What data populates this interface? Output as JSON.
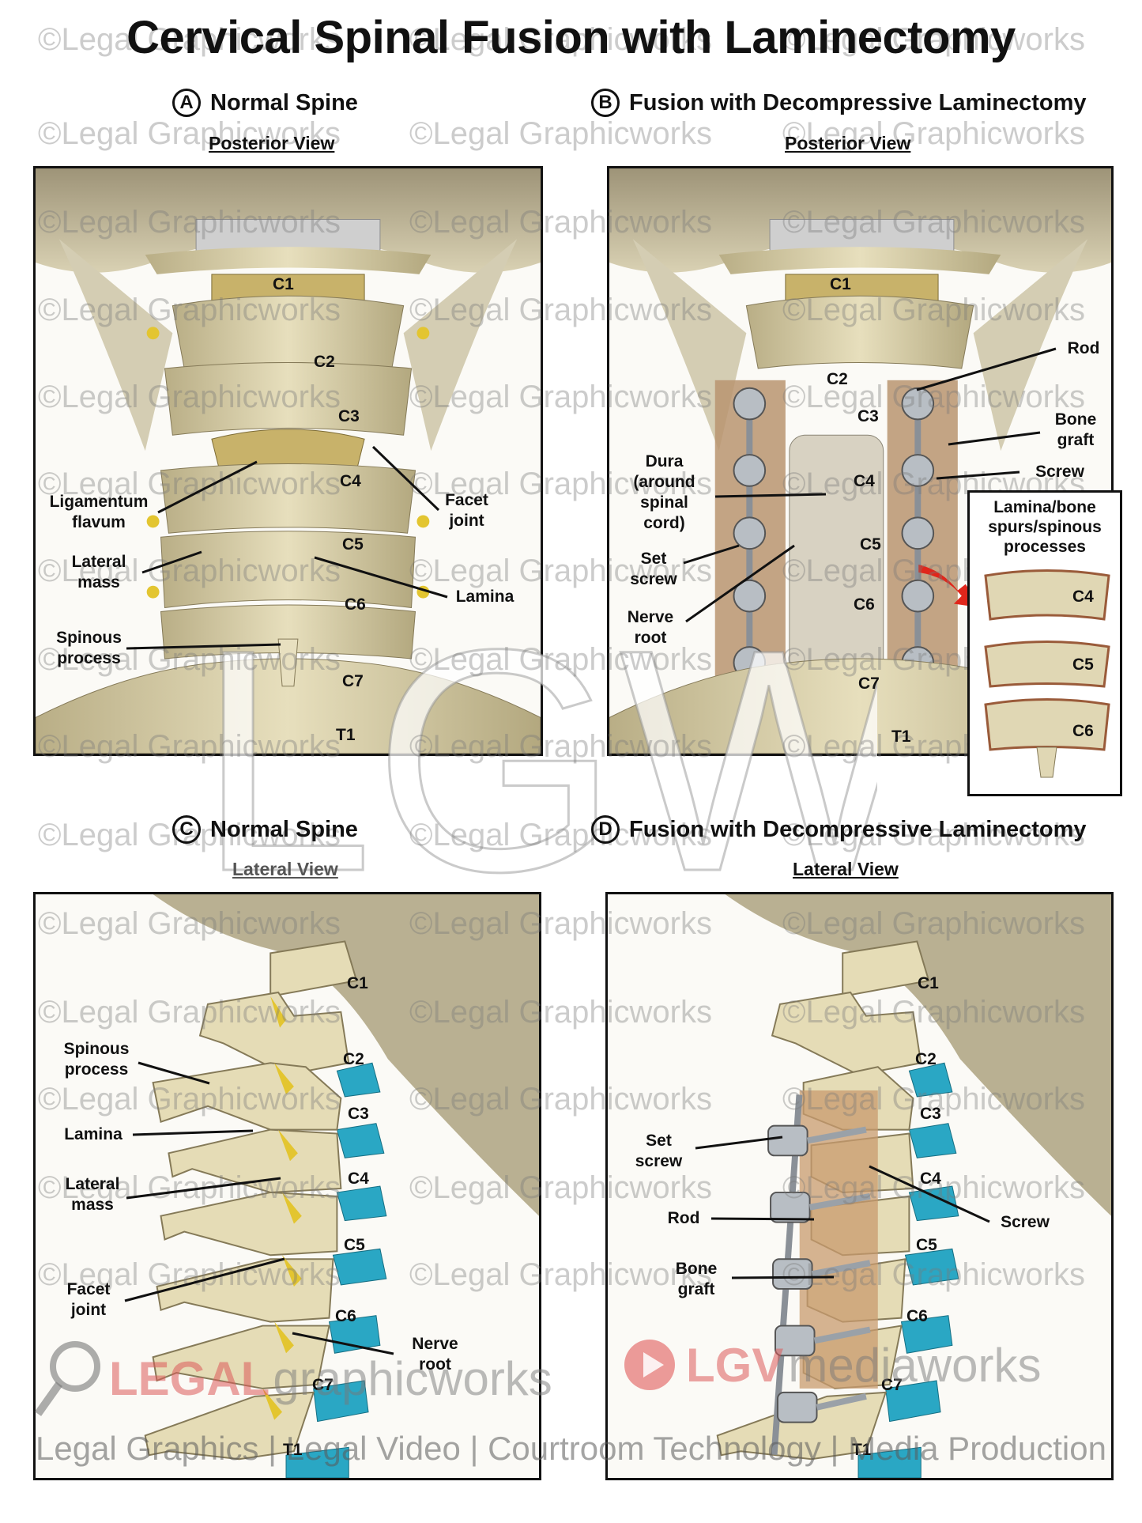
{
  "title": "Cervical Spinal Fusion with Laminectomy",
  "panels": {
    "a": {
      "letter": "A",
      "heading": "Normal Spine",
      "view": "Posterior View"
    },
    "b": {
      "letter": "B",
      "heading": "Fusion with Decompressive Laminectomy",
      "view": "Posterior View"
    },
    "c": {
      "letter": "C",
      "heading": "Normal Spine",
      "view": "Lateral View"
    },
    "d": {
      "letter": "D",
      "heading": "Fusion with Decompressive Laminectomy",
      "view": "Lateral View"
    }
  },
  "vertebrae_a": [
    "C1",
    "C2",
    "C3",
    "C4",
    "C5",
    "C6",
    "C7",
    "T1"
  ],
  "vertebrae_b": [
    "C1",
    "C2",
    "C3",
    "C4",
    "C5",
    "C6",
    "C7",
    "T1"
  ],
  "vertebrae_c": [
    "C1",
    "C2",
    "C3",
    "C4",
    "C5",
    "C6",
    "C7",
    "T1"
  ],
  "vertebrae_d": [
    "C1",
    "C2",
    "C3",
    "C4",
    "C5",
    "C6",
    "C7",
    "T1"
  ],
  "labels_a": {
    "ligamentum": "Ligamentum\nflavum",
    "lateral_mass": "Lateral\nmass",
    "spinous": "Spinous\nprocess",
    "facet": "Facet\njoint",
    "lamina": "Lamina"
  },
  "labels_b": {
    "dura": "Dura\n(around\nspinal\ncord)",
    "set_screw": "Set\nscrew",
    "nerve_root": "Nerve\nroot",
    "rod": "Rod",
    "bone_graft": "Bone\ngraft",
    "screw": "Screw"
  },
  "inset": {
    "title": "Lamina/bone\nspurs/spinous\nprocesses",
    "pieces": [
      "C4",
      "C5",
      "C6"
    ]
  },
  "labels_c": {
    "spinous": "Spinous\nprocess",
    "lamina": "Lamina",
    "lateral_mass": "Lateral\nmass",
    "facet": "Facet\njoint",
    "nerve_root": "Nerve\nroot"
  },
  "labels_d": {
    "set_screw": "Set\nscrew",
    "rod": "Rod",
    "bone_graft": "Bone\ngraft",
    "screw": "Screw"
  },
  "watermark": "©Legal Graphicworks",
  "big_watermark": "LGW",
  "logos": {
    "left_a": "LEGAL",
    "left_b": "graphicworks",
    "right_a": "LGV",
    "right_b": "mediaworks"
  },
  "footer": "Legal Graphics | Legal Video | Courtroom Technology | Media Production",
  "colors": {
    "bone": "#d9cfa6",
    "disc": "#2aa7c4",
    "nerve": "#e3c530",
    "hardware": "#9aa1a8",
    "arrow": "#e0261b"
  }
}
